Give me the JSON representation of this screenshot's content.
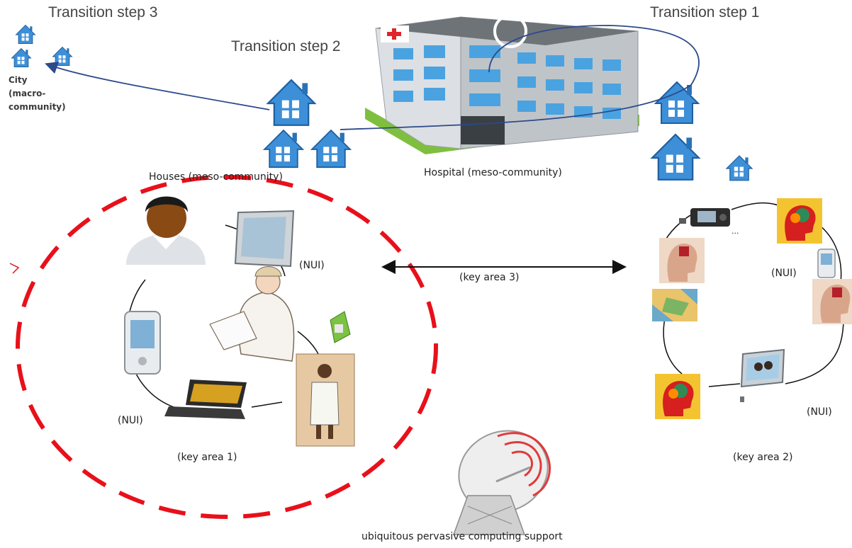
{
  "labels": {
    "transition_step_3": "Transition step 3",
    "transition_step_2": "Transition step 2",
    "transition_step_1": "Transition step 1",
    "city_line1": "City",
    "city_line2": "(macro-",
    "city_line3": "community)",
    "houses": "Houses (meso-community)",
    "hospital": "Hospital (meso-community)",
    "nui_top_left": "(NUI)",
    "nui_bottom_left": "(NUI)",
    "nui_right_mid": "(NUI)",
    "nui_right_bottom": "(NUI)",
    "key_area_1": "(key area 1)",
    "key_area_2": "(key area 2)",
    "key_area_3": "(key area 3)",
    "ellipsis": "...",
    "support": "ubiquitous pervasive computing support"
  },
  "colors": {
    "house_blue": "#3d8fd8",
    "arrow_navy": "#2c4a8c",
    "dashed_red": "#e8101a",
    "building_grey": "#9aa0a6",
    "window_blue": "#4aa3e0"
  }
}
